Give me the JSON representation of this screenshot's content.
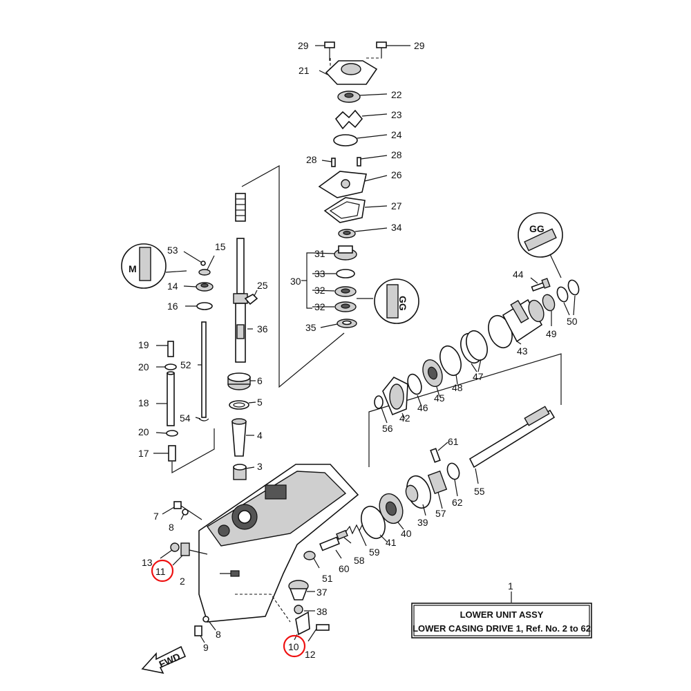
{
  "callouts": [
    {
      "id": "c1",
      "text": "1"
    },
    {
      "id": "c2",
      "text": "2"
    },
    {
      "id": "c3",
      "text": "3"
    },
    {
      "id": "c4",
      "text": "4"
    },
    {
      "id": "c5",
      "text": "5"
    },
    {
      "id": "c6",
      "text": "6"
    },
    {
      "id": "c7",
      "text": "7"
    },
    {
      "id": "c8a",
      "text": "8"
    },
    {
      "id": "c8b",
      "text": "8"
    },
    {
      "id": "c9",
      "text": "9"
    },
    {
      "id": "c10",
      "text": "10"
    },
    {
      "id": "c11",
      "text": "11"
    },
    {
      "id": "c12",
      "text": "12"
    },
    {
      "id": "c13",
      "text": "13"
    },
    {
      "id": "c14",
      "text": "14"
    },
    {
      "id": "c15",
      "text": "15"
    },
    {
      "id": "c16",
      "text": "16"
    },
    {
      "id": "c17",
      "text": "17"
    },
    {
      "id": "c18",
      "text": "18"
    },
    {
      "id": "c19",
      "text": "19"
    },
    {
      "id": "c20a",
      "text": "20"
    },
    {
      "id": "c20b",
      "text": "20"
    },
    {
      "id": "c21",
      "text": "21"
    },
    {
      "id": "c22",
      "text": "22"
    },
    {
      "id": "c23",
      "text": "23"
    },
    {
      "id": "c24",
      "text": "24"
    },
    {
      "id": "c25",
      "text": "25"
    },
    {
      "id": "c26",
      "text": "26"
    },
    {
      "id": "c27",
      "text": "27"
    },
    {
      "id": "c28a",
      "text": "28"
    },
    {
      "id": "c28b",
      "text": "28"
    },
    {
      "id": "c29a",
      "text": "29"
    },
    {
      "id": "c29b",
      "text": "29"
    },
    {
      "id": "c30",
      "text": "30"
    },
    {
      "id": "c31",
      "text": "31"
    },
    {
      "id": "c32a",
      "text": "32"
    },
    {
      "id": "c32b",
      "text": "32"
    },
    {
      "id": "c33",
      "text": "33"
    },
    {
      "id": "c34",
      "text": "34"
    },
    {
      "id": "c35",
      "text": "35"
    },
    {
      "id": "c36",
      "text": "36"
    },
    {
      "id": "c37",
      "text": "37"
    },
    {
      "id": "c38",
      "text": "38"
    },
    {
      "id": "c39",
      "text": "39"
    },
    {
      "id": "c40",
      "text": "40"
    },
    {
      "id": "c41",
      "text": "41"
    },
    {
      "id": "c42",
      "text": "42"
    },
    {
      "id": "c43",
      "text": "43"
    },
    {
      "id": "c44",
      "text": "44"
    },
    {
      "id": "c45",
      "text": "45"
    },
    {
      "id": "c46",
      "text": "46"
    },
    {
      "id": "c47",
      "text": "47"
    },
    {
      "id": "c48",
      "text": "48"
    },
    {
      "id": "c49",
      "text": "49"
    },
    {
      "id": "c50",
      "text": "50"
    },
    {
      "id": "c51",
      "text": "51"
    },
    {
      "id": "c52",
      "text": "52"
    },
    {
      "id": "c53",
      "text": "53"
    },
    {
      "id": "c54",
      "text": "54"
    },
    {
      "id": "c55",
      "text": "55"
    },
    {
      "id": "c56",
      "text": "56"
    },
    {
      "id": "c57",
      "text": "57"
    },
    {
      "id": "c58",
      "text": "58"
    },
    {
      "id": "c59",
      "text": "59"
    },
    {
      "id": "c60",
      "text": "60"
    },
    {
      "id": "c61",
      "text": "61"
    },
    {
      "id": "c62",
      "text": "62"
    }
  ],
  "assembly_box": {
    "line1": "LOWER UNIT ASSY",
    "line2": "LOWER CASING DRIVE 1,  Ref. No. 2 to 62"
  },
  "fwd_badge": "FWD",
  "sealant_marks": {
    "m1": "M",
    "m2": "GG",
    "m3": "GG"
  },
  "colors": {
    "highlight": "#e11111",
    "ink": "#111111"
  }
}
